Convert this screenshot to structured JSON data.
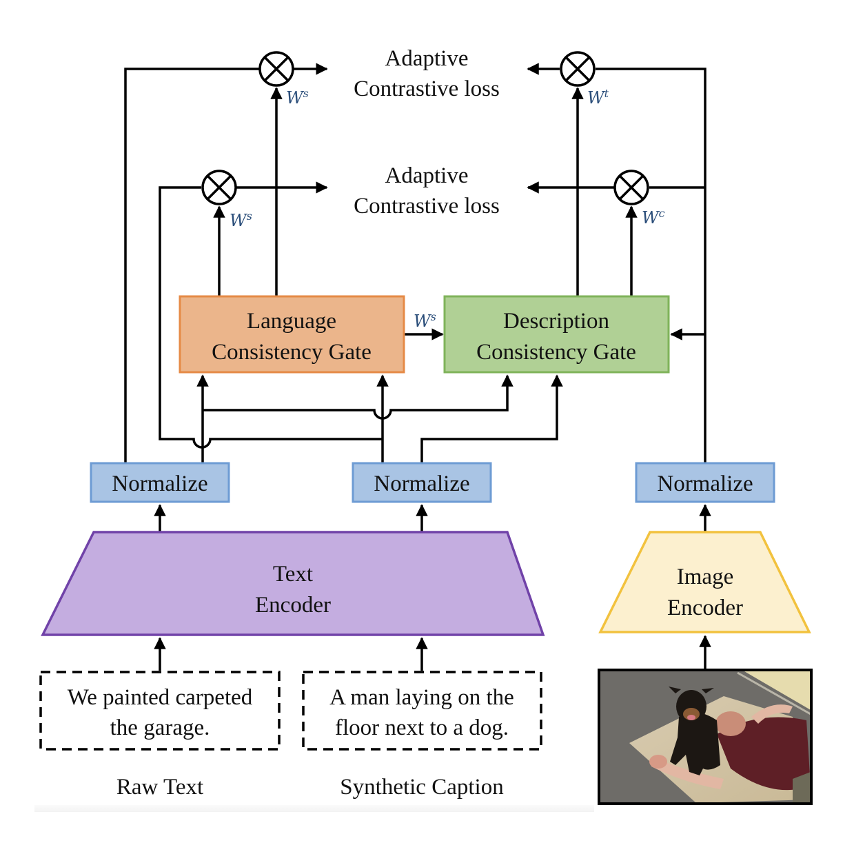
{
  "losses": {
    "top": {
      "line1": "Adaptive",
      "line2": "Contrastive loss"
    },
    "middle": {
      "line1": "Adaptive",
      "line2": "Contrastive loss"
    }
  },
  "weights": {
    "top_left": {
      "base": "W",
      "sup": "s"
    },
    "top_right": {
      "base": "W",
      "sup": "t"
    },
    "mid_left": {
      "base": "W",
      "sup": "s"
    },
    "mid_right": {
      "base": "W",
      "sup": "c"
    },
    "gate_link": {
      "base": "W",
      "sup": "s"
    }
  },
  "gates": {
    "language": {
      "line1": "Language",
      "line2": "Consistency Gate",
      "fill": "#ebb58b",
      "stroke": "#e58a46"
    },
    "description": {
      "line1": "Description",
      "line2": "Consistency Gate",
      "fill": "#b0d095",
      "stroke": "#7fb35a"
    }
  },
  "normalize": {
    "label": "Normalize",
    "fill": "#a9c4e4",
    "stroke": "#6d9bd3"
  },
  "encoders": {
    "text": {
      "line1": "Text",
      "line2": "Encoder",
      "fill": "#c4ade0",
      "stroke": "#7042a8"
    },
    "image": {
      "line1": "Image",
      "line2": "Encoder",
      "fill": "#fcf0cf",
      "stroke": "#f2c23e"
    }
  },
  "inputs": {
    "raw_text": {
      "line1": "We painted carpeted",
      "line2": "the garage.",
      "caption": "Raw Text"
    },
    "synthetic": {
      "line1": "A man laying on the",
      "line2": "floor next to a dog.",
      "caption": "Synthetic Caption"
    },
    "image": {
      "description": "photo of a black-and-tan dog sitting on a man lying on a rug"
    }
  }
}
